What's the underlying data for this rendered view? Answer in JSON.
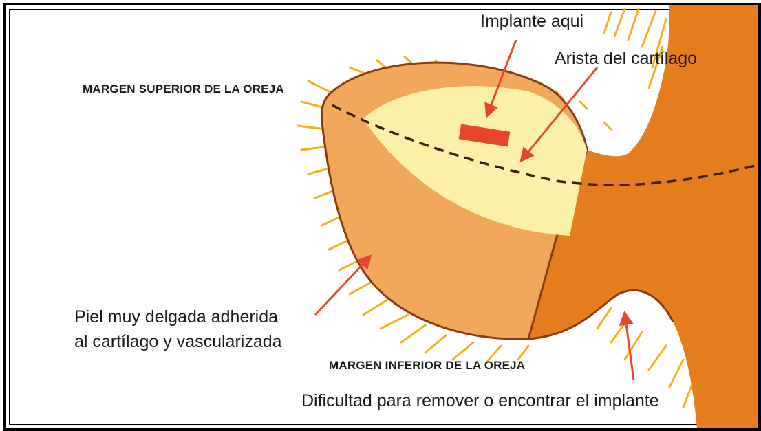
{
  "labels": {
    "margen_superior": "MARGEN SUPERIOR DE LA OREJA",
    "implante_aqui": "Implante aqui",
    "arista": "Arista del cartílago",
    "piel_line1": "Piel muy delgada adherida",
    "piel_line2": "al cartílago y vascularizada",
    "margen_inferior": "MARGEN INFERIOR DE LA OREJA",
    "dificultad": "Dificultad para remover o encontrar el implante"
  },
  "colors": {
    "fur": "#f0b020",
    "head": "#e67e1e",
    "ear_outer": "#f2a85a",
    "ear_inner": "#fbf0a8",
    "outline": "#8a3a12",
    "implant": "#e8462c",
    "arrow": "#e8462c",
    "dashed_line": "#3a1e10",
    "text": "#1a1a1a"
  }
}
